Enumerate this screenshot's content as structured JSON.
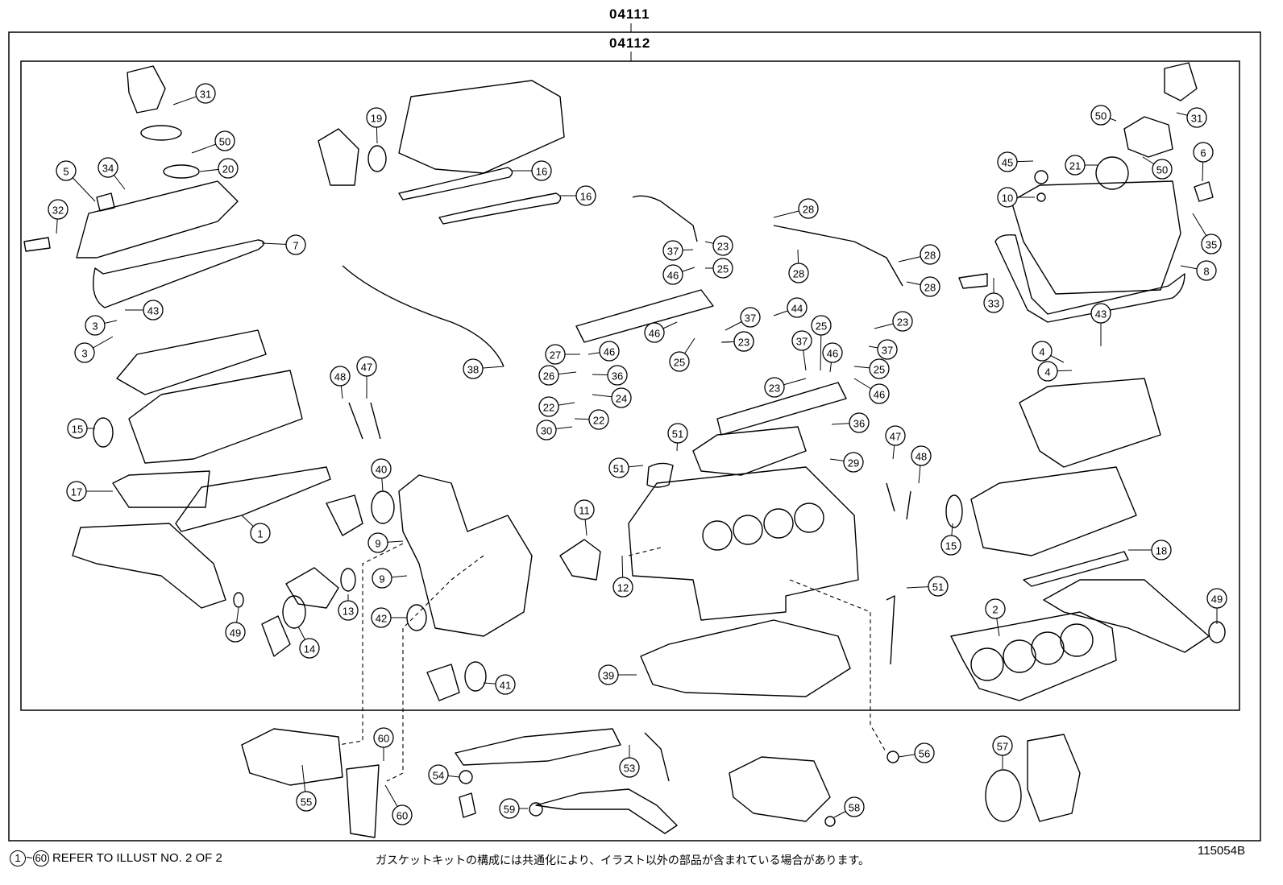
{
  "kit_codes": {
    "outer": "04111",
    "inner": "04112"
  },
  "footer": {
    "range_start": "1",
    "range_sep": "~",
    "range_end": "60",
    "refer_note": "REFER TO ILLUST NO. 2 OF 2",
    "japanese_note": "ガスケットキットの構成には共通化により、イラスト以外の部品が含まれている場合があります。",
    "illustration_id": "115054B"
  },
  "callouts": [
    "31",
    "50",
    "19",
    "16",
    "16",
    "34",
    "5",
    "20",
    "32",
    "7",
    "43",
    "3",
    "3",
    "15",
    "17",
    "1",
    "48",
    "47",
    "40",
    "9",
    "9",
    "13",
    "14",
    "49",
    "42",
    "41",
    "38",
    "37",
    "23",
    "46",
    "25",
    "27",
    "46",
    "26",
    "36",
    "24",
    "22",
    "22",
    "30",
    "28",
    "28",
    "28",
    "28",
    "44",
    "37",
    "23",
    "25",
    "37",
    "25",
    "46",
    "23",
    "46",
    "25",
    "23",
    "37",
    "46",
    "23",
    "51",
    "51",
    "36",
    "29",
    "11",
    "12",
    "39",
    "47",
    "48",
    "51",
    "50",
    "31",
    "45",
    "21",
    "50",
    "6",
    "10",
    "35",
    "8",
    "33",
    "43",
    "4",
    "4",
    "15",
    "18",
    "2",
    "49",
    "60",
    "60",
    "55",
    "54",
    "53",
    "59",
    "56",
    "58",
    "57"
  ],
  "colors": {
    "line": "#000000",
    "background": "#ffffff"
  }
}
